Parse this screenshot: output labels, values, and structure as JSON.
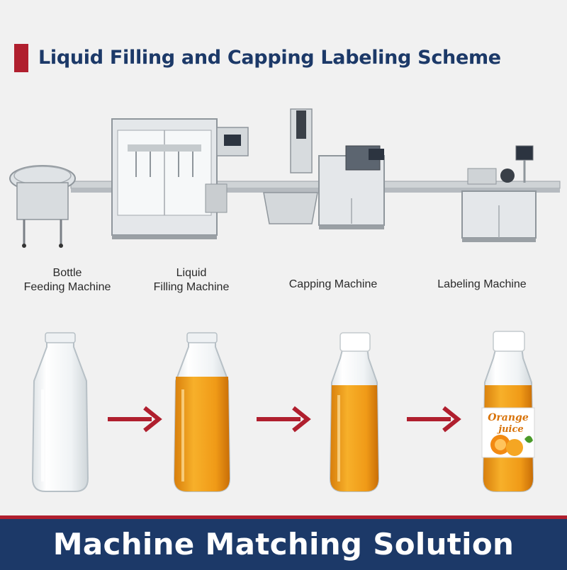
{
  "header": {
    "title": "Liquid Filling and Capping Labeling Scheme",
    "accent_color": "#b01f2e",
    "title_color": "#1c3968"
  },
  "machines": [
    {
      "label": "Bottle\nFeeding Machine"
    },
    {
      "label": "Liquid\nFilling Machine"
    },
    {
      "label": "Capping Machine"
    },
    {
      "label": "Labeling Machine"
    }
  ],
  "bottles": [
    {
      "state": "empty"
    },
    {
      "state": "filled"
    },
    {
      "state": "capped"
    },
    {
      "state": "labeled",
      "label_text": [
        "Orange",
        "juice"
      ]
    }
  ],
  "arrow_color": "#b01f2e",
  "juice_color": "#f4a21c",
  "banner": {
    "text": "Machine Matching Solution",
    "background": "#1c3968"
  }
}
